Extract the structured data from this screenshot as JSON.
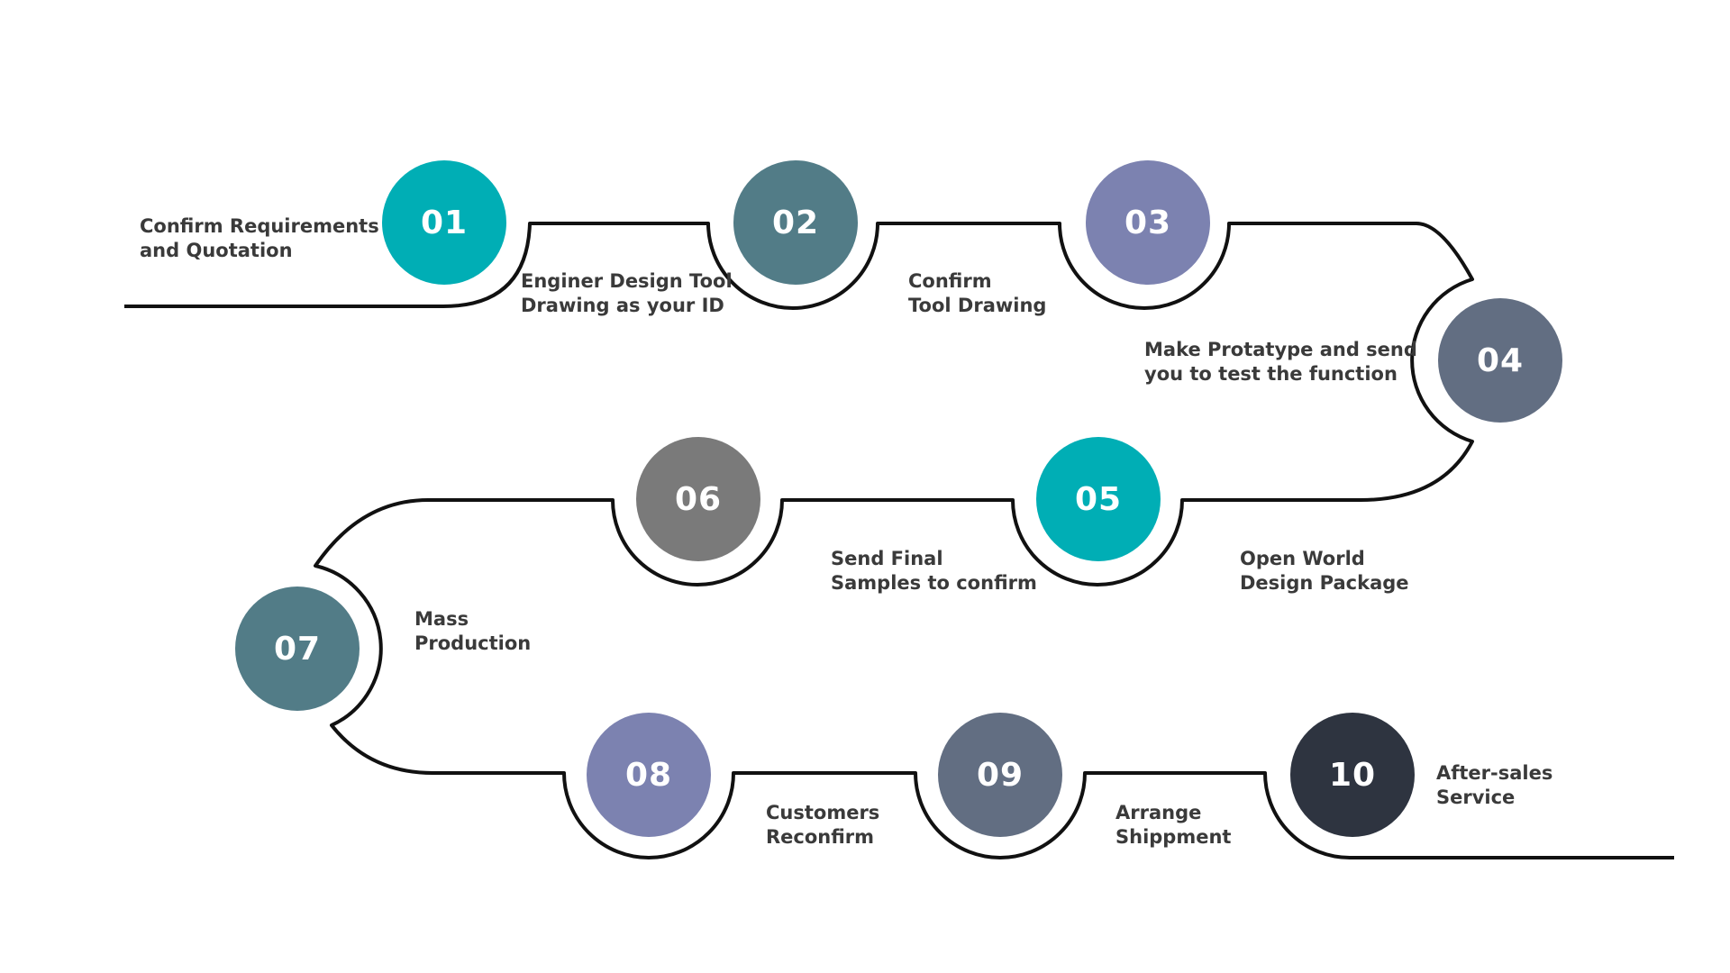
{
  "colors": {
    "teal": "#00AEB5",
    "slate_teal": "#527C87",
    "lavender": "#7C82B0",
    "slate_blue": "#626E82",
    "gray": "#7A7A7A",
    "dark_navy": "#2E3440",
    "line": "#111111",
    "text": "#3A3A3A"
  },
  "steps": [
    {
      "number": "01",
      "label_line1": "Confirm Requirements",
      "label_line2": "and Quotation"
    },
    {
      "number": "02",
      "label_line1": "Enginer Design Tool",
      "label_line2": "Drawing as your ID"
    },
    {
      "number": "03",
      "label_line1": "Confirm",
      "label_line2": "Tool Drawing"
    },
    {
      "number": "04",
      "label_line1": "Make Protatype and send",
      "label_line2": "you to test the function"
    },
    {
      "number": "05",
      "label_line1": "Open World",
      "label_line2": "Design Package"
    },
    {
      "number": "06",
      "label_line1": "Send Final",
      "label_line2": "Samples to confirm"
    },
    {
      "number": "07",
      "label_line1": "Mass",
      "label_line2": "Production"
    },
    {
      "number": "08",
      "label_line1": "Customers",
      "label_line2": "Reconfirm"
    },
    {
      "number": "09",
      "label_line1": "Arrange",
      "label_line2": "Shippment"
    },
    {
      "number": "10",
      "label_line1": "After-sales",
      "label_line2": "Service"
    }
  ]
}
